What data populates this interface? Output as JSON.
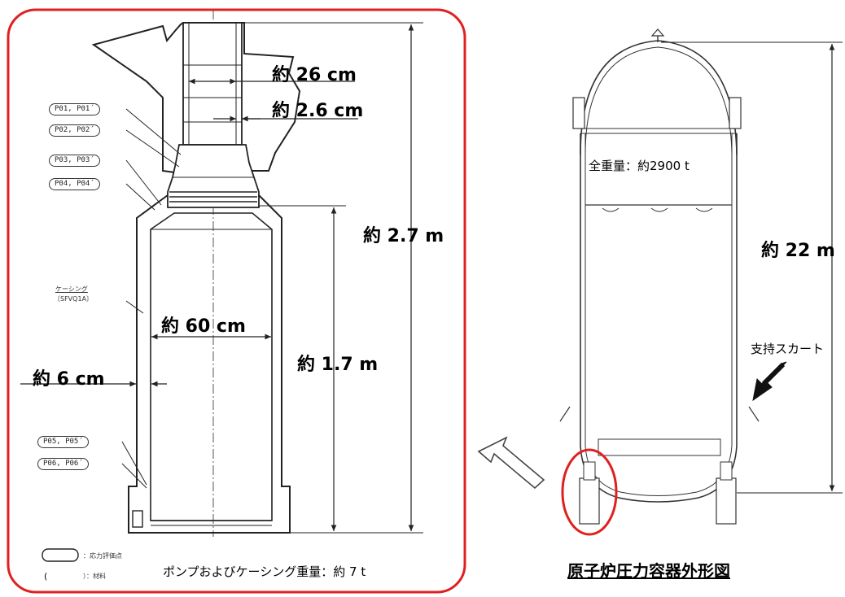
{
  "colors": {
    "frame_red": "#e02020",
    "line": "#222222",
    "arrow_outline": "#444444"
  },
  "pump": {
    "dimensions": {
      "top_inner_diameter": "約 26 cm",
      "top_wall_thickness": "約 2.6 cm",
      "total_height": "約 2.7 m",
      "inner_diameter": "約 60 cm",
      "body_height": "約 1.7 m",
      "wall_thickness": "約 6 cm"
    },
    "points": [
      "P01, P01´",
      "P02, P02´",
      "P03, P03´",
      "P04, P04´",
      "P05, P05´",
      "P06, P06´"
    ],
    "casing_label": "ケーシング",
    "casing_material": "〔SFVQ1A〕",
    "legend_stress": "：応力評価点",
    "legend_material": "）：材料",
    "weight": "ポンプおよびケーシング重量：約 7 t"
  },
  "vessel": {
    "total_weight": "全重量：約2900 t",
    "height": "約 22 m",
    "skirt_label": "支持スカート",
    "caption": "原子炉圧力容器外形図"
  }
}
